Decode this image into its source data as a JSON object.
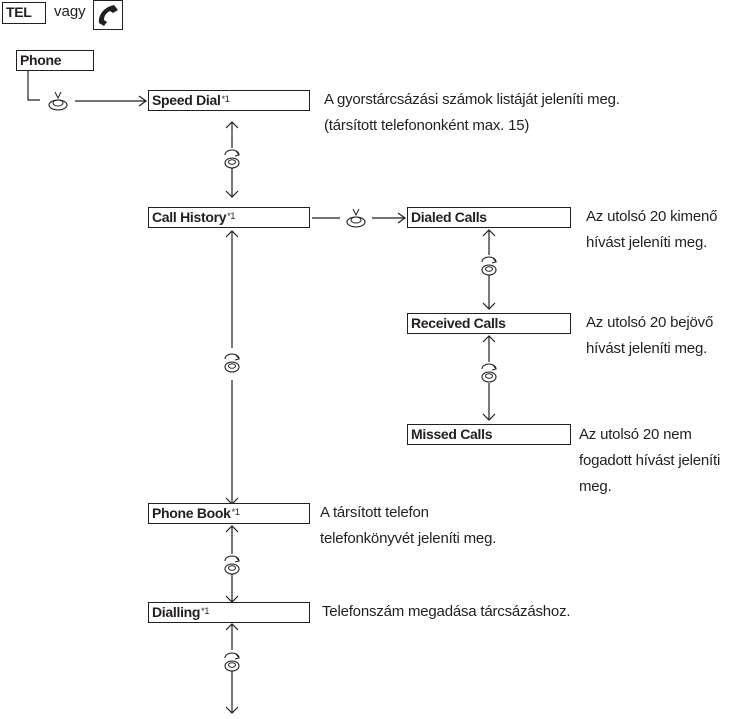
{
  "header": {
    "tel_label": "TEL",
    "or_label": "vagy",
    "handset_icon": "phone-handset-icon"
  },
  "root": {
    "label": "Phone"
  },
  "menu": {
    "speed_dial": {
      "label": "Speed Dial",
      "note": "*1",
      "desc_line1": "A gyorstárcsázási számok listáját jeleníti meg.",
      "desc_line2": "(társított telefononként max. 15)"
    },
    "call_history": {
      "label": "Call History",
      "note": "*1"
    },
    "dialed_calls": {
      "label": "Dialed Calls",
      "desc_line1": "Az utolsó 20 kimenő",
      "desc_line2": "hívást jeleníti meg."
    },
    "received_calls": {
      "label": "Received Calls",
      "desc_line1": "Az utolsó 20 bejövő",
      "desc_line2": "hívást jeleníti meg."
    },
    "missed_calls": {
      "label": "Missed Calls",
      "desc_line1": "Az utolsó 20 nem",
      "desc_line2": "fogadott hívást jeleníti",
      "desc_line3": "meg."
    },
    "phone_book": {
      "label": "Phone Book",
      "note": "*1",
      "desc_line1": "A társított telefon",
      "desc_line2": "telefonkönyvét jeleníti meg."
    },
    "dialling": {
      "label": "Dialling",
      "note": "*1",
      "desc_line1": "Telefonszám megadása tárcsázáshoz."
    }
  },
  "icons": {
    "press": "press-knob-icon",
    "rotate": "rotate-knob-icon"
  }
}
